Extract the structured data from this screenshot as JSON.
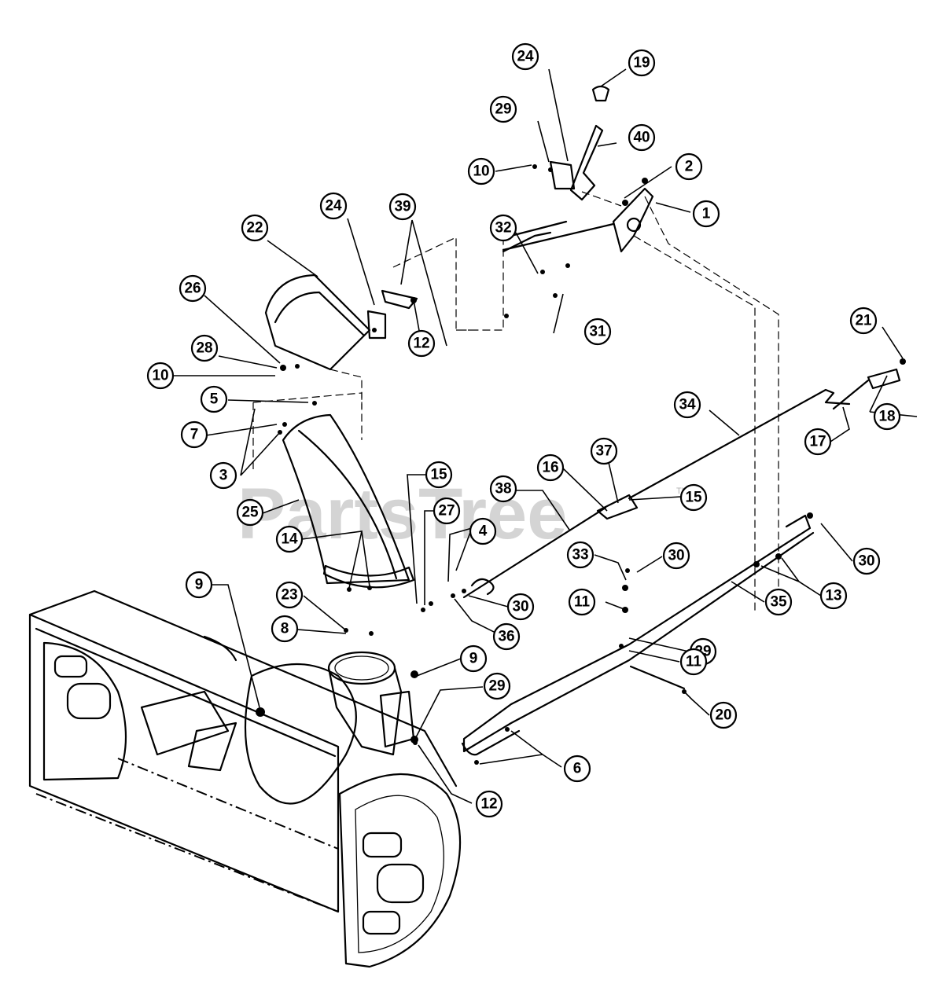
{
  "watermark": {
    "text": "PartsTree",
    "trademark": "TM"
  },
  "callouts": [
    {
      "label": "24",
      "name": "callout-24-handle-top"
    },
    {
      "label": "19",
      "name": "callout-19"
    },
    {
      "label": "29",
      "name": "callout-29-top"
    },
    {
      "label": "40",
      "name": "callout-40"
    },
    {
      "label": "10",
      "name": "callout-10-top"
    },
    {
      "label": "2",
      "name": "callout-2"
    },
    {
      "label": "1",
      "name": "callout-1"
    },
    {
      "label": "24",
      "name": "callout-24-chute"
    },
    {
      "label": "39",
      "name": "callout-39"
    },
    {
      "label": "22",
      "name": "callout-22"
    },
    {
      "label": "32",
      "name": "callout-32"
    },
    {
      "label": "26",
      "name": "callout-26"
    },
    {
      "label": "31",
      "name": "callout-31"
    },
    {
      "label": "28",
      "name": "callout-28"
    },
    {
      "label": "12",
      "name": "callout-12-top"
    },
    {
      "label": "10",
      "name": "callout-10-chute"
    },
    {
      "label": "21",
      "name": "callout-21"
    },
    {
      "label": "5",
      "name": "callout-5"
    },
    {
      "label": "34",
      "name": "callout-34"
    },
    {
      "label": "18",
      "name": "callout-18"
    },
    {
      "label": "7",
      "name": "callout-7"
    },
    {
      "label": "17",
      "name": "callout-17"
    },
    {
      "label": "37",
      "name": "callout-37"
    },
    {
      "label": "3",
      "name": "callout-3"
    },
    {
      "label": "15",
      "name": "callout-15-left"
    },
    {
      "label": "16",
      "name": "callout-16"
    },
    {
      "label": "38",
      "name": "callout-38"
    },
    {
      "label": "15",
      "name": "callout-15-right"
    },
    {
      "label": "25",
      "name": "callout-25"
    },
    {
      "label": "27",
      "name": "callout-27"
    },
    {
      "label": "4",
      "name": "callout-4"
    },
    {
      "label": "14",
      "name": "callout-14"
    },
    {
      "label": "33",
      "name": "callout-33"
    },
    {
      "label": "30",
      "name": "callout-30-mid"
    },
    {
      "label": "30",
      "name": "callout-30-right"
    },
    {
      "label": "9",
      "name": "callout-9-left"
    },
    {
      "label": "23",
      "name": "callout-23"
    },
    {
      "label": "13",
      "name": "callout-13"
    },
    {
      "label": "11",
      "name": "callout-11-upper"
    },
    {
      "label": "30",
      "name": "callout-30-lower"
    },
    {
      "label": "35",
      "name": "callout-35"
    },
    {
      "label": "8",
      "name": "callout-8"
    },
    {
      "label": "36",
      "name": "callout-36"
    },
    {
      "label": "29",
      "name": "callout-29-right"
    },
    {
      "label": "11",
      "name": "callout-11-lower"
    },
    {
      "label": "9",
      "name": "callout-9-right"
    },
    {
      "label": "29",
      "name": "callout-29-bottom"
    },
    {
      "label": "20",
      "name": "callout-20"
    },
    {
      "label": "6",
      "name": "callout-6"
    },
    {
      "label": "12",
      "name": "callout-12-bottom"
    }
  ]
}
